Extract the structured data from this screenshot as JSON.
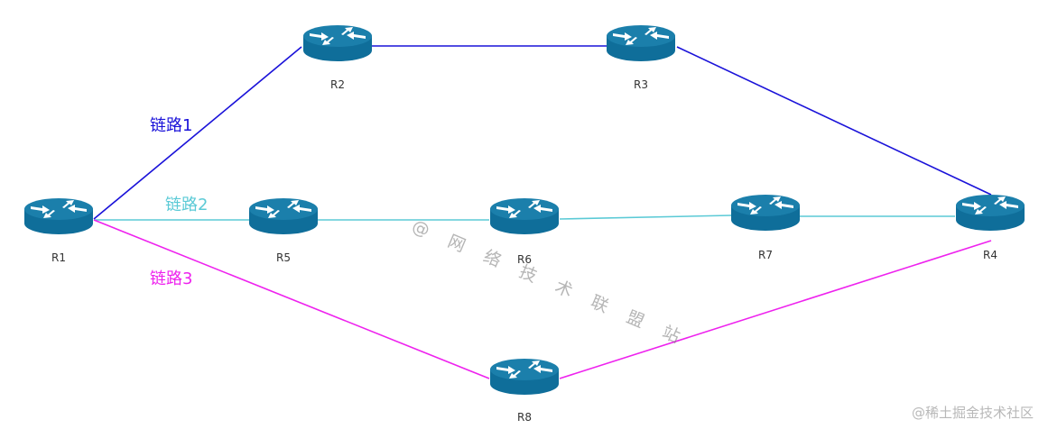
{
  "colors": {
    "link1": "#1a12d9",
    "link2": "#5bcad6",
    "link3": "#ee22ee",
    "router_body": "#0f6e9a",
    "router_top": "#1b7fab",
    "router_arrow": "#ffffff"
  },
  "routers": {
    "r1": "R1",
    "r2": "R2",
    "r3": "R3",
    "r4": "R4",
    "r5": "R5",
    "r6": "R6",
    "r7": "R7",
    "r8": "R8"
  },
  "links": {
    "link1": "链路1",
    "link2": "链路2",
    "link3": "链路3"
  },
  "watermark": "@ 网 络 技 术 联 盟 站",
  "footer": "@稀土掘金技术社区"
}
